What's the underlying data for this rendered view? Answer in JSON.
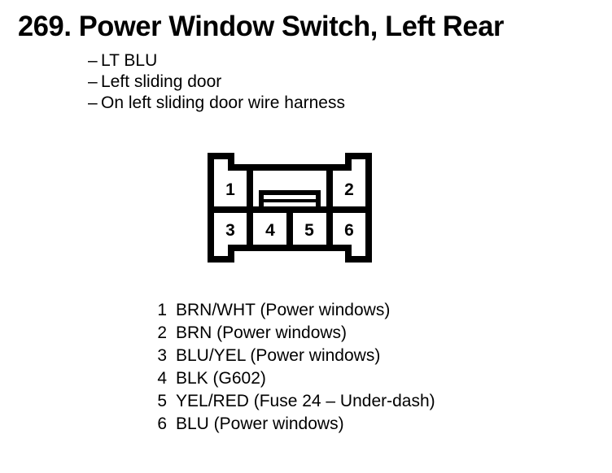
{
  "page": {
    "item_number": "269.",
    "title": "269. Power Window Switch, Left Rear",
    "title_number": "269.",
    "title_text": "Power Window Switch, Left Rear"
  },
  "descriptors": [
    {
      "dash": "–",
      "text": "LT BLU"
    },
    {
      "dash": "–",
      "text": "Left sliding door"
    },
    {
      "dash": "–",
      "text": "On left sliding door wire harness"
    }
  ],
  "connector": {
    "type": "6-pin connector face view",
    "top_row_pins": [
      "1",
      "2"
    ],
    "bottom_row_pins": [
      "3",
      "4",
      "5",
      "6"
    ],
    "pin_1": "1",
    "pin_2": "2",
    "pin_3": "3",
    "pin_4": "4",
    "pin_5": "5",
    "pin_6": "6",
    "locking_tab": "center-locking-tab",
    "outline_color": "#000000",
    "fill_color": "#ffffff"
  },
  "pin_legend": [
    {
      "pin": "1",
      "desc": "BRN/WHT (Power windows)"
    },
    {
      "pin": "2",
      "desc": "BRN (Power windows)"
    },
    {
      "pin": "3",
      "desc": "BLU/YEL (Power windows)"
    },
    {
      "pin": "4",
      "desc": "BLK (G602)"
    },
    {
      "pin": "5",
      "desc": "YEL/RED (Fuse 24 – Under-dash)"
    },
    {
      "pin": "6",
      "desc": "BLU (Power windows)"
    }
  ]
}
